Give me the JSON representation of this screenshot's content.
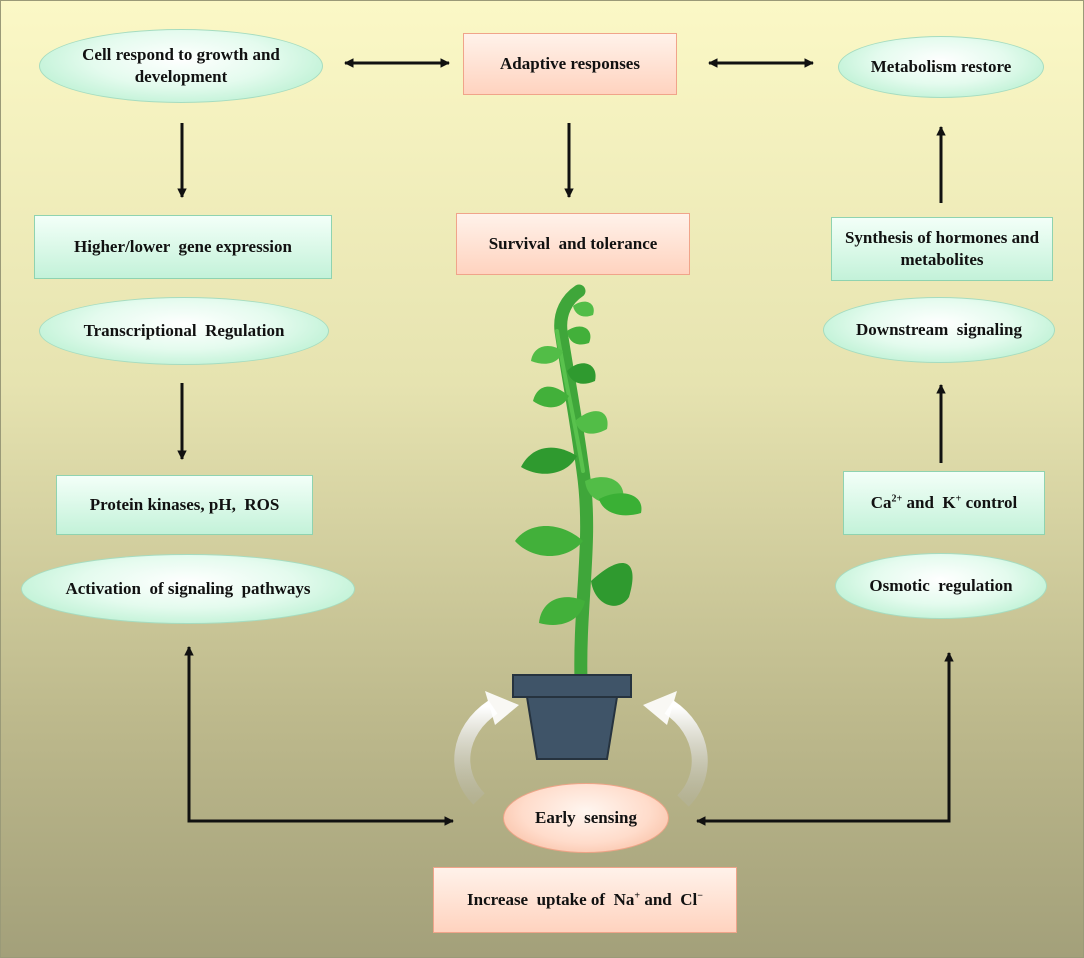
{
  "nodes": {
    "cell_respond": "Cell respond to growth and development",
    "adaptive_responses": "Adaptive responses",
    "metabolism_restore": "Metabolism restore",
    "gene_expression": "Higher/lower  gene expression",
    "survival_tolerance": "Survival  and tolerance",
    "hormones_metabolites": "Synthesis of hormones and metabolites",
    "transcriptional_regulation": "Transcriptional  Regulation",
    "downstream_signaling": "Downstream  signaling",
    "protein_kinases": "Protein kinases, pH,  ROS",
    "ca_k_prefix": "Ca",
    "ca_charge": "2+",
    "ca_k_middle": " and  K",
    "k_charge": "+",
    "ca_k_suffix": " control",
    "activation_signaling": "Activation  of signaling  pathways",
    "osmotic_regulation": "Osmotic  regulation",
    "early_sensing": "Early  sensing",
    "na_cl_prefix": "Increase  uptake of  Na",
    "na_charge": "+",
    "na_cl_middle": " and  Cl",
    "cl_charge": "−"
  },
  "colors": {
    "background_top": "#fbf8c6",
    "background_bottom": "#a3a07a",
    "green_node": "#c3f2d9",
    "salmon_node": "#ffd3bf",
    "leaf": "#3fae3a",
    "pot": "#3f5468",
    "arrow": "#111111"
  }
}
